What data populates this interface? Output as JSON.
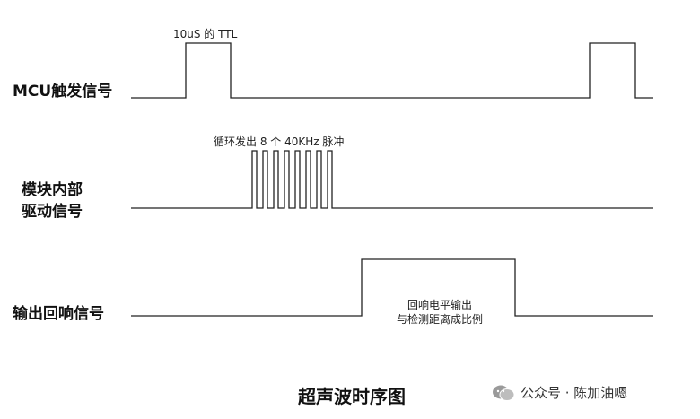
{
  "signals": [
    {
      "label_lines": [
        "MCU触发信号"
      ],
      "annotation": "10uS 的 TTL"
    },
    {
      "label_lines": [
        "模块内部",
        "驱动信号"
      ],
      "annotation": "循环发出 8 个 40KHz 脉冲"
    },
    {
      "label_lines": [
        "输出回响信号"
      ],
      "annotation_lines": [
        "回响电平输出",
        "与检测距离成比例"
      ]
    }
  ],
  "caption": "超声波时序图",
  "watermark": {
    "text": "公众号 · 陈加油嗯",
    "icon": "wechat-icon"
  },
  "burst_pulse_count": 8
}
